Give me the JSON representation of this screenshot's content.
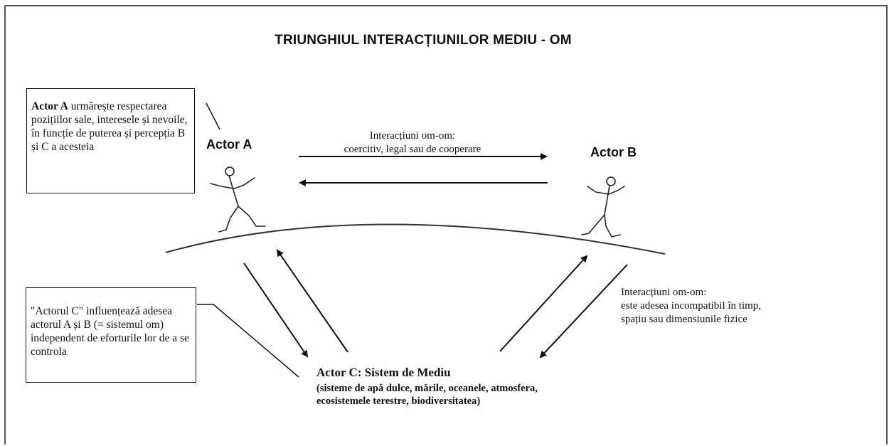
{
  "title": "TRIUNGHIUL INTERACȚIUNILOR MEDIU - OM",
  "actor_a": {
    "label": "Actor A",
    "box_bold": "Actor A",
    "box_text": " urmărește respectarea pozițiilor sale, interesele și nevoile, în funcție de puterea și percepția B și C a acesteia"
  },
  "actor_b": {
    "label": "Actor B"
  },
  "actor_c_box": {
    "text": "\"Actorul C\" influențează adesea actorul A și B (= sistemul om) independent de eforturile lor de a se controla"
  },
  "ab_interaction": {
    "line1": "Interacțiuni om-om:",
    "line2": "coercitiv, legal sau de cooperare"
  },
  "right_interaction": {
    "line1": "Interacțiuni om-om:",
    "line2": "este adesea incompatibil în timp,",
    "line3": "spațiu sau dimensiunile fizice"
  },
  "actor_c": {
    "title": "Actor C: Sistem de Mediu",
    "description": "(sisteme de apă dulce, mările, oceanele, atmosfera, ecosistemele terestre, biodiversitatea)"
  }
}
